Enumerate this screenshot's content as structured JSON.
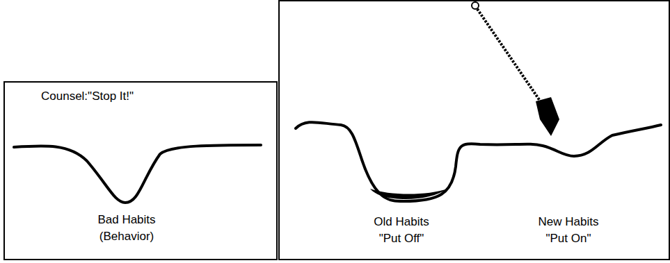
{
  "diagram": {
    "nodes": [
      {
        "text": [
          "Counsel:\"Stop It!\"",
          "Bad Habits (Behavior)"
        ]
      },
      {
        "text": [
          "Old Habits \"Put Off\"",
          "New Habits \"Put On\""
        ]
      }
    ]
  }
}
